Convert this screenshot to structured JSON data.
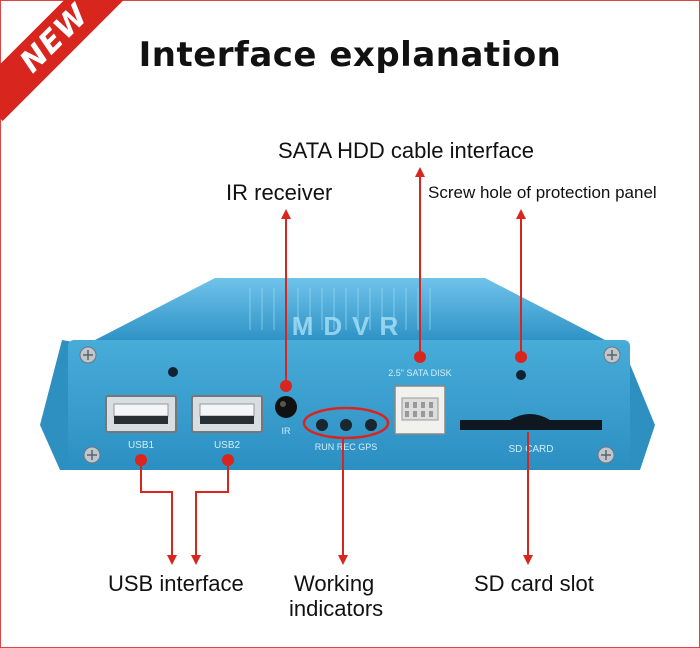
{
  "badge": {
    "text": "NEW"
  },
  "title": "Interface explanation",
  "labels": {
    "sata": "SATA HDD cable interface",
    "ir": "IR receiver",
    "screw": "Screw hole of protection panel",
    "usb": "USB interface",
    "indicators_line1": "Working",
    "indicators_line2": "indicators",
    "sd": "SD card slot"
  },
  "device": {
    "logo": "MDVR",
    "port_labels": {
      "usb1": "USB1",
      "usb2": "USB2",
      "ir": "IR",
      "leds": "RUN REC GPS",
      "sata": "2.5\" SATA DISK",
      "sd": "SD CARD"
    }
  },
  "colors": {
    "device_blue": "#3fa3d2",
    "arrow_red": "#d8261f",
    "badge_red": "#d8261f"
  }
}
